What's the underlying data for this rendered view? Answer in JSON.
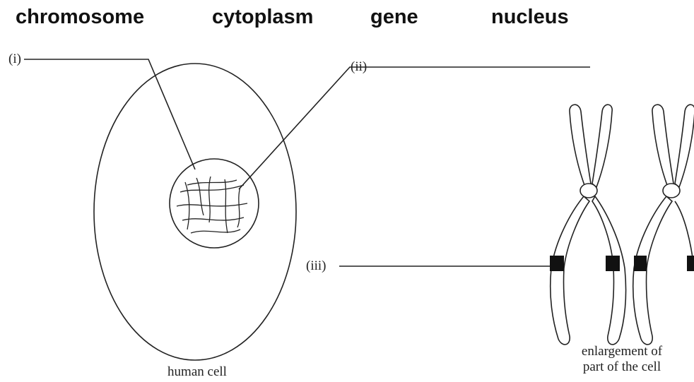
{
  "word_bank": [
    "chromosome",
    "cytoplasm",
    "gene",
    "nucleus"
  ],
  "labels": {
    "i": "(i)",
    "ii": "(ii)",
    "iii": "(iii)"
  },
  "captions": {
    "cell": "human cell",
    "enlargement_line1": "enlargement of",
    "enlargement_line2": "part of the cell"
  }
}
